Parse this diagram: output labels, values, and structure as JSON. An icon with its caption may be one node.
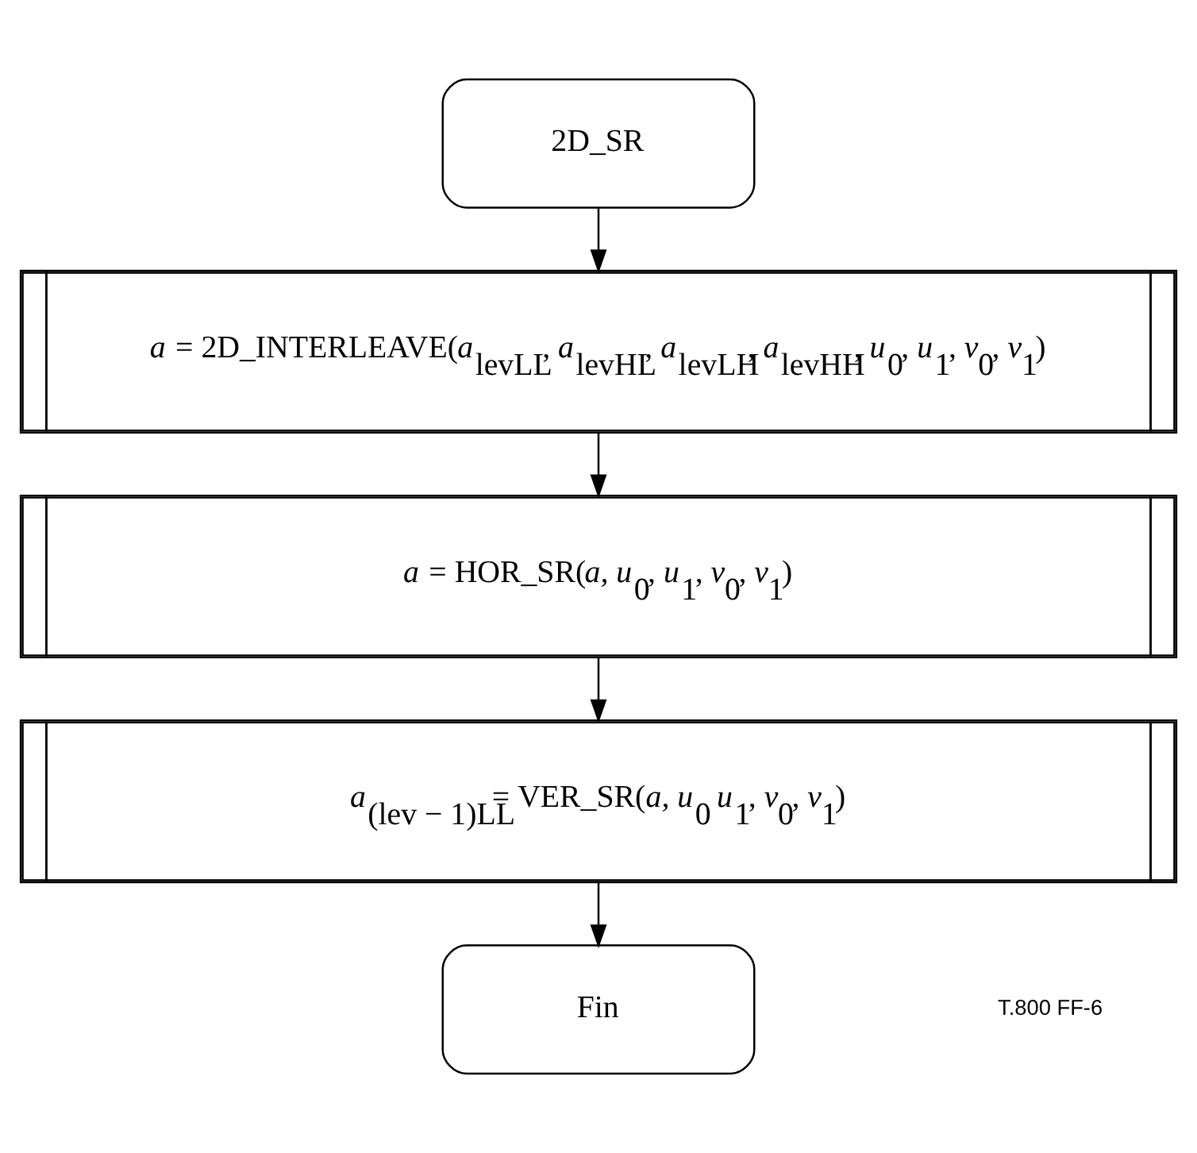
{
  "diagram": {
    "nodes": [
      {
        "text": [
          "2D_SR"
        ]
      },
      {
        "text": [
          "*a* = 2D_INTERLEAVE(*a*$_{levLL}$, *a*$_{levHL}$, *a*$_{levLH}$, *a*$_{levHH}$, *u*$_{0}$, *u*$_{1}$, *v*$_{0}$, *v*$_{1}$)"
        ]
      },
      {
        "text": [
          "*a* = HOR_SR(*a, u*$_{0}$, *u*$_{1}$, *v*$_{0}$, *v*$_{1}$)"
        ]
      },
      {
        "text": [
          "*a*$_{(lev − 1)LL}$= VER_SR(*a, u*$_{0}$ *u*$_{1}$, *v*$_{0}$, *v*$_{1}$)"
        ]
      },
      {
        "text": [
          "Fin"
        ]
      }
    ],
    "edges": [
      {
        "from": 0,
        "to": 1,
        "arrow": "to"
      },
      {
        "from": 1,
        "to": 2,
        "arrow": "to"
      },
      {
        "from": 2,
        "to": 3,
        "arrow": "to"
      },
      {
        "from": 3,
        "to": 4,
        "arrow": "to"
      }
    ],
    "labels": [
      "T.800 FF-6"
    ]
  }
}
